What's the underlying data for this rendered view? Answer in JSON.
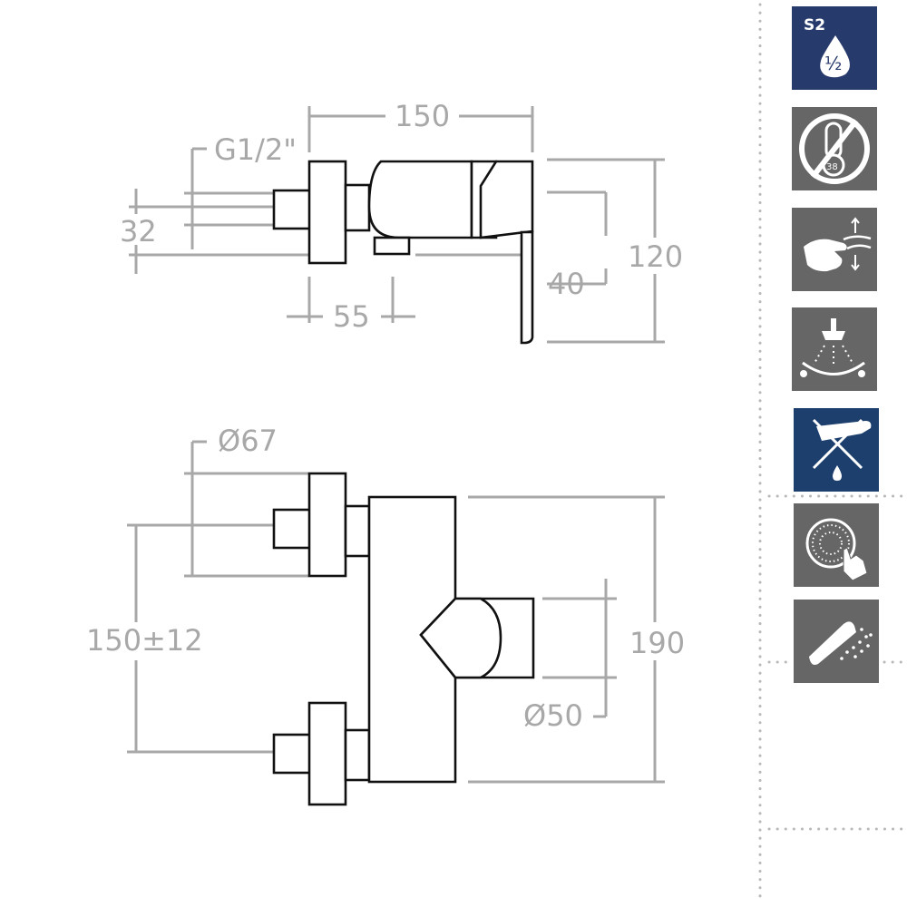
{
  "dimensions": {
    "side_view": {
      "thread": "G1/2\"",
      "width": "150",
      "inlet": "32",
      "offset": "55",
      "lever": "40",
      "height": "120"
    },
    "front_view": {
      "flange": "Ø67",
      "centers": "150±12",
      "height": "190",
      "handle": "Ø50"
    }
  },
  "icons": [
    {
      "name": "s2-half-water-icon",
      "badge": "S2",
      "fraction": "½",
      "color": "#263a6c"
    },
    {
      "name": "no-thermostat-icon",
      "value": "38",
      "color": "#666666"
    },
    {
      "name": "hand-water-flow-icon",
      "color": "#666666"
    },
    {
      "name": "shower-temperature-icon",
      "color": "#666666"
    },
    {
      "name": "no-spout-drip-icon",
      "color": "#1c3f6e"
    },
    {
      "name": "shower-head-cleaning-icon",
      "color": "#666666"
    },
    {
      "name": "hand-shower-spray-icon",
      "color": "#666666"
    }
  ]
}
